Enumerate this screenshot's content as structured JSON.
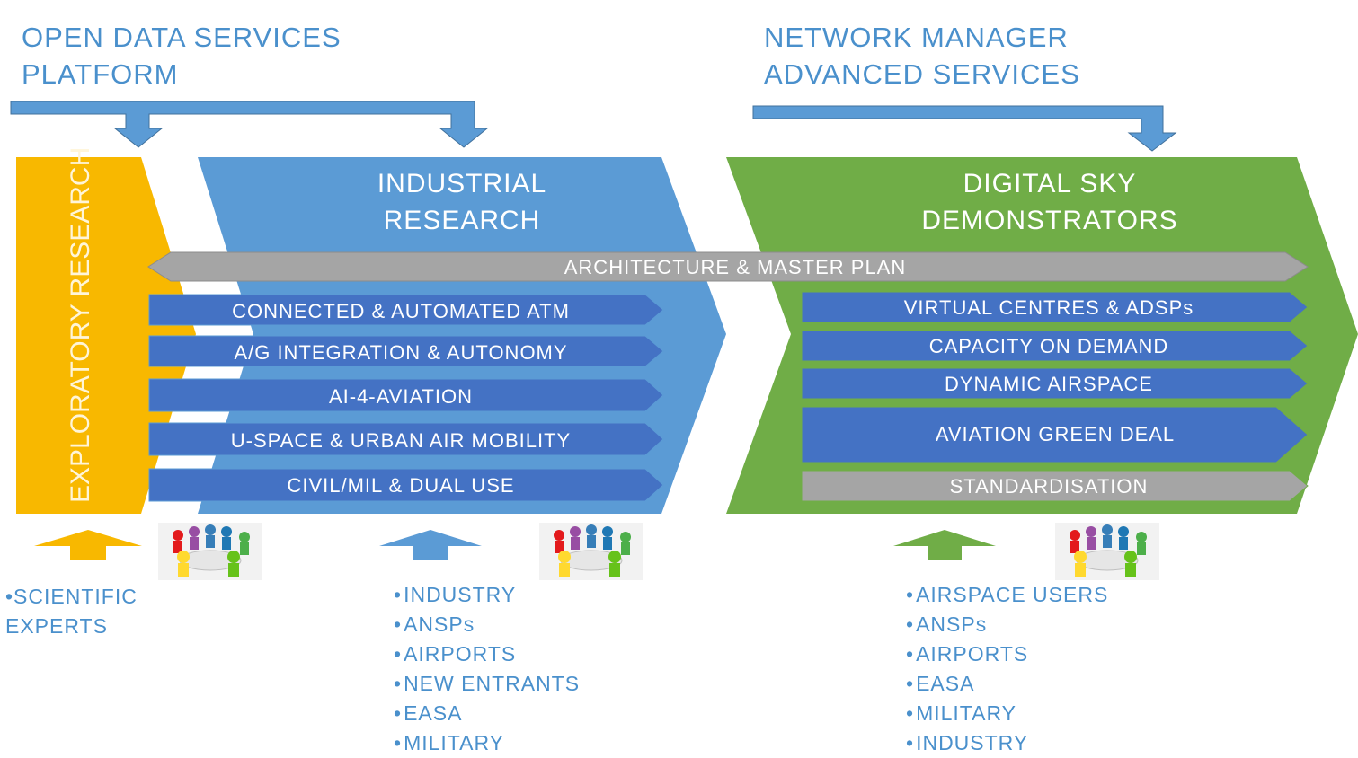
{
  "headers": {
    "open_data": "OPEN DATA SERVICES\nPLATFORM",
    "network_manager": "NETWORK MANAGER\nADVANCED SERVICES"
  },
  "exploratory": {
    "label": "EXPLORATORY RESEARCH"
  },
  "industrial": {
    "title_line1": "INDUSTRIAL",
    "title_line2": "RESEARCH",
    "bars": [
      "CONNECTED & AUTOMATED ATM",
      "A/G INTEGRATION & AUTONOMY",
      "AI-4-AVIATION",
      "U-SPACE & URBAN AIR MOBILITY",
      "CIVIL/MIL & DUAL USE"
    ]
  },
  "digital_sky": {
    "title_line1": "DIGITAL SKY",
    "title_line2": "DEMONSTRATORS",
    "bars": [
      "VIRTUAL CENTRES & ADSPs",
      "CAPACITY ON DEMAND",
      "DYNAMIC AIRSPACE",
      "AVIATION GREEN DEAL",
      "STANDARDISATION"
    ]
  },
  "architecture": {
    "label": "ARCHITECTURE & MASTER PLAN"
  },
  "stakeholders": {
    "exploratory": "•SCIENTIFIC\n EXPERTS",
    "industrial": [
      "INDUSTRY",
      "ANSPs",
      "AIRPORTS",
      "NEW ENTRANTS",
      "EASA",
      "MILITARY"
    ],
    "digital_sky": [
      "AIRSPACE USERS",
      "ANSPs",
      "AIRPORTS",
      "EASA",
      "MILITARY",
      "INDUSTRY"
    ]
  },
  "colors": {
    "yellow": "#f8b800",
    "blue": "#5b9bd5",
    "dark_blue": "#4472c4",
    "green": "#70ad47",
    "grey": "#a5a5a5",
    "text_blue": "#4a90cc"
  }
}
